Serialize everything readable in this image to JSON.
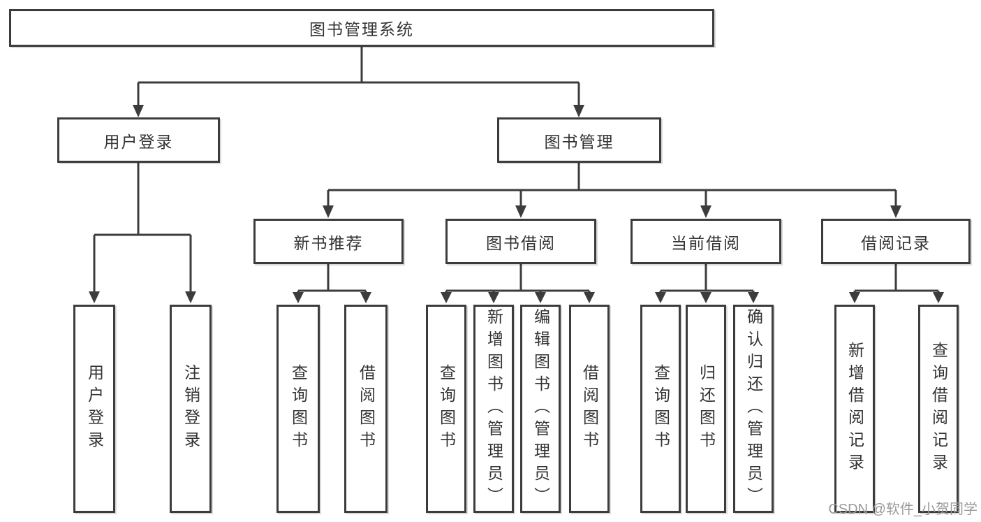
{
  "diagram": {
    "root": {
      "label": "图书管理系统"
    },
    "level1": {
      "user_login": {
        "label": "用户登录"
      },
      "book_management": {
        "label": "图书管理"
      }
    },
    "level2": {
      "new_book_recommend": {
        "label": "新书推荐"
      },
      "book_borrow": {
        "label": "图书借阅"
      },
      "current_borrow": {
        "label": "当前借阅"
      },
      "borrow_records": {
        "label": "借阅记录"
      }
    },
    "leaves": {
      "user_login": "用户登录",
      "logout": "注销登录",
      "query_book_recommend": "查询图书",
      "borrow_book_recommend": "借阅图书",
      "query_book_borrow": "查询图书",
      "add_book_admin": "新增图书（管理员）",
      "edit_book_admin": "编辑图书（管理员）",
      "borrow_book_borrow": "借阅图书",
      "query_book_current": "查询图书",
      "return_book": "归还图书",
      "confirm_return_admin": "确认归还（管理员）",
      "add_borrow_record": "新增借阅记录",
      "query_borrow_record": "查询借阅记录"
    },
    "watermark": "CSDN @软件_小贺同学",
    "colors": {
      "line": "#3c3c3c",
      "text": "#333333",
      "box_background": "#ffffff",
      "page_background": "#ffffff",
      "watermark": "#9a9a9a"
    }
  }
}
